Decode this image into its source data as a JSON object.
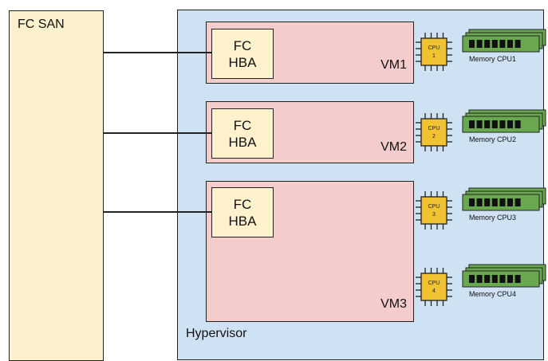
{
  "san": {
    "label": "FC SAN"
  },
  "hypervisor": {
    "label": "Hypervisor"
  },
  "vms": [
    {
      "label": "VM1",
      "hba": [
        "FC",
        "HBA"
      ]
    },
    {
      "label": "VM2",
      "hba": [
        "FC",
        "HBA"
      ]
    },
    {
      "label": "VM3",
      "hba": [
        "FC",
        "HBA"
      ]
    }
  ],
  "cpus": [
    {
      "label": "CPU",
      "number": "1",
      "memory": "Memory CPU1"
    },
    {
      "label": "CPU",
      "number": "2",
      "memory": "Memory CPU2"
    },
    {
      "label": "CPU",
      "number": "3",
      "memory": "Memory CPU3"
    },
    {
      "label": "CPU",
      "number": "4",
      "memory": "Memory CPU4"
    }
  ],
  "colors": {
    "san": "#fdf0cc",
    "hypervisor": "#cfe2f3",
    "vm": "#f4cccc",
    "hba": "#fff2cc",
    "cpu": "#f1c232",
    "memory_module": "#6aa84f"
  }
}
